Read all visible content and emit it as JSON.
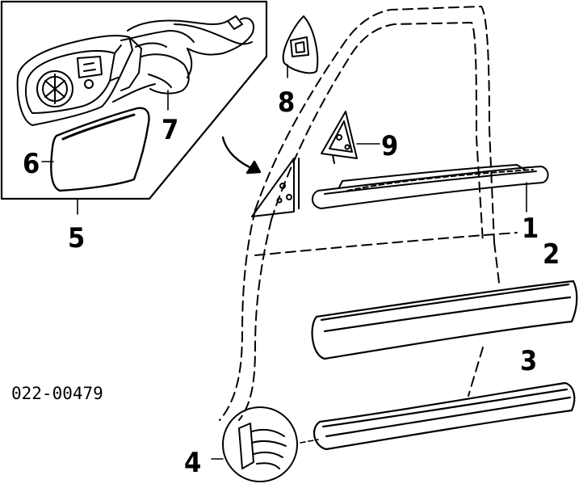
{
  "diagram": {
    "part_number": "022-00479",
    "callouts": {
      "c1": "1",
      "c2": "2",
      "c3": "3",
      "c4": "4",
      "c5": "5",
      "c6": "6",
      "c7": "7",
      "c8": "8",
      "c9": "9"
    }
  }
}
